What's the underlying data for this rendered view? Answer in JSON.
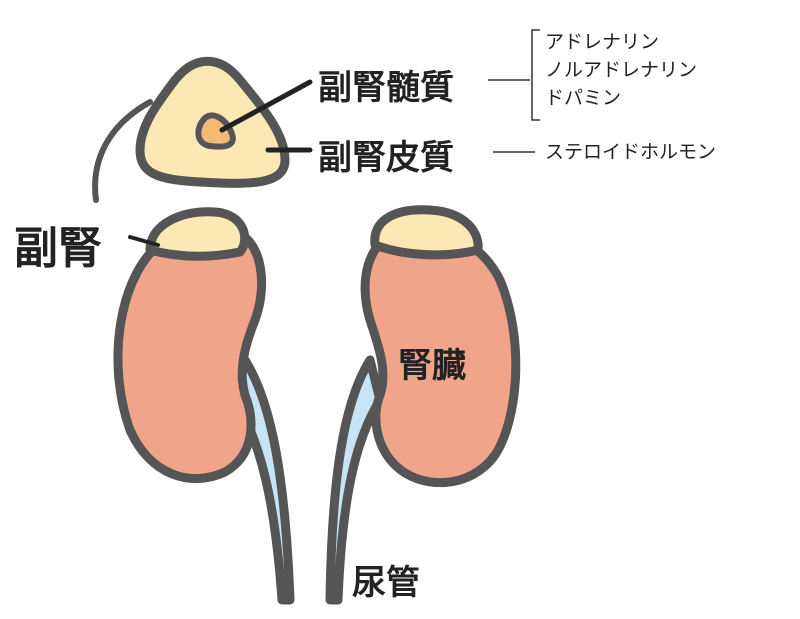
{
  "labels": {
    "medulla": "副腎髄質",
    "cortex": "副腎皮質",
    "adrenal": "副腎",
    "kidney": "腎臓",
    "ureter": "尿管"
  },
  "medulla_hormones": [
    "アドレナリン",
    "ノルアドレナリン",
    "ドパミン"
  ],
  "cortex_hormones": [
    "ステロイドホルモン"
  ],
  "colors": {
    "outline": "#555555",
    "adrenal": "#fbe8b4",
    "medulla": "#f4b877",
    "kidney": "#f0a48a",
    "ureter": "#c7e4f4"
  }
}
